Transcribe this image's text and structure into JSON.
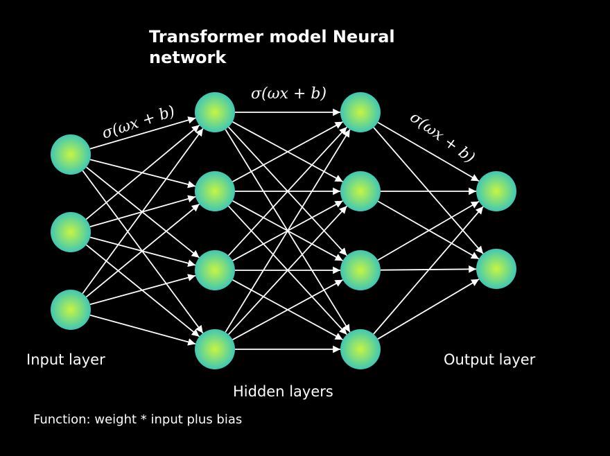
{
  "title": "Transformer model Neural network",
  "labels": {
    "input_layer": "Input layer",
    "hidden_layers": "Hidden layers",
    "output_layer": "Output layer",
    "function_note": "Function: weight * input plus bias"
  },
  "formulas": {
    "input_to_hidden": "σ(ωx + b)",
    "hidden_to_hidden": "σ(ωx + b)",
    "hidden_to_output": "σ(ωx + b)"
  },
  "colors": {
    "background": "#000000",
    "node_center": "#c6f542",
    "node_edge": "#3fc7b4",
    "edge": "#ffffff",
    "text": "#ffffff"
  },
  "layers": [
    {
      "name": "input",
      "node_count": 3
    },
    {
      "name": "hidden-1",
      "node_count": 4
    },
    {
      "name": "hidden-2",
      "node_count": 4
    },
    {
      "name": "output",
      "node_count": 2
    }
  ]
}
